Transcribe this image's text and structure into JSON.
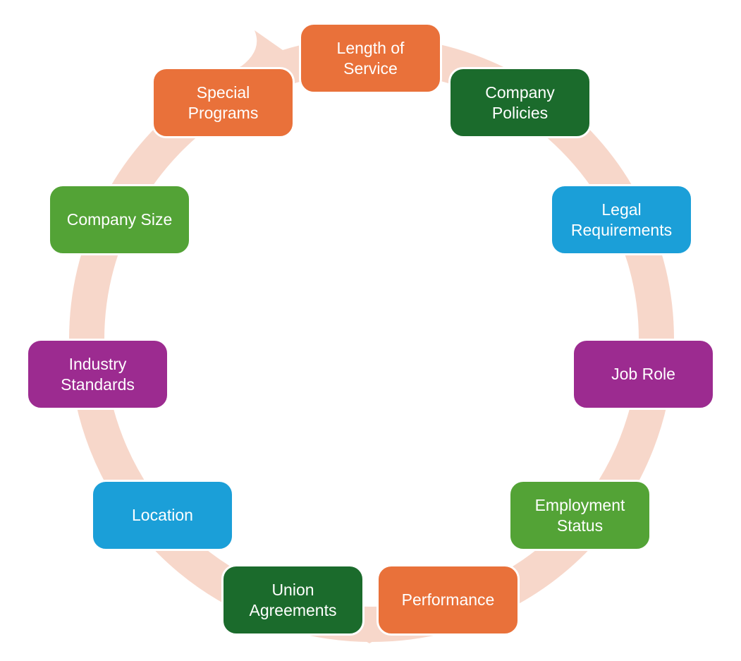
{
  "diagram": {
    "type": "cycle",
    "direction": "clockwise",
    "ring_color": "#F7D7CA",
    "text_color": "#FFFFFF",
    "palette": {
      "orange": "#E9713A",
      "dark_green": "#1B6B2C",
      "cyan": "#1B9FD8",
      "purple": "#9C2B90",
      "green": "#53A336"
    },
    "items": [
      {
        "id": "length-of-service",
        "label": "Length of Service",
        "color": "#E9713A"
      },
      {
        "id": "company-policies",
        "label": "Company Policies",
        "color": "#1B6B2C"
      },
      {
        "id": "legal-requirements",
        "label": "Legal Requirements",
        "color": "#1B9FD8"
      },
      {
        "id": "job-role",
        "label": "Job Role",
        "color": "#9C2B90"
      },
      {
        "id": "employment-status",
        "label": "Employment Status",
        "color": "#53A336"
      },
      {
        "id": "performance",
        "label": "Performance",
        "color": "#E9713A"
      },
      {
        "id": "union-agreements",
        "label": "Union Agreements",
        "color": "#1B6B2C"
      },
      {
        "id": "location",
        "label": "Location",
        "color": "#1B9FD8"
      },
      {
        "id": "industry-standards",
        "label": "Industry Standards",
        "color": "#9C2B90"
      },
      {
        "id": "company-size",
        "label": "Company Size",
        "color": "#53A336"
      },
      {
        "id": "special-programs",
        "label": "Special Programs",
        "color": "#E9713A"
      }
    ]
  }
}
